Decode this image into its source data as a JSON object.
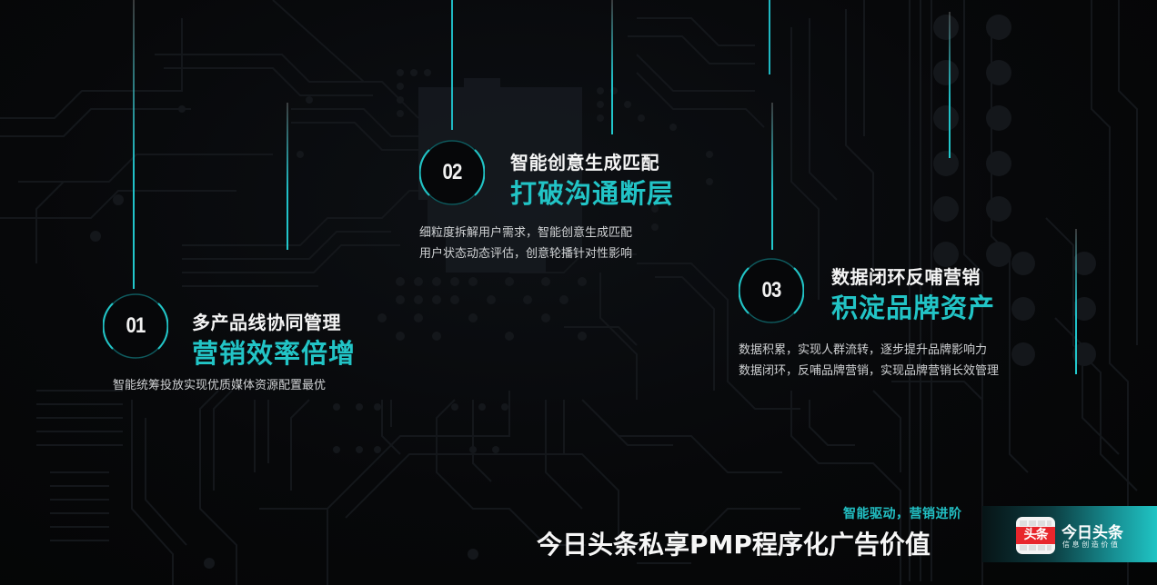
{
  "colors": {
    "background": "#060708",
    "accent_teal": "#22c4c6",
    "text_white": "#f4f4f4",
    "circuit_trace": "#15181c",
    "logo_red": "#e8262c"
  },
  "items": [
    {
      "number": "01",
      "title": "多产品线协同管理",
      "subtitle": "营销效率倍增",
      "description": [
        "智能统筹投放实现优质媒体资源配置最优"
      ]
    },
    {
      "number": "02",
      "title": "智能创意生成匹配",
      "subtitle": "打破沟通断层",
      "description": [
        "细粒度拆解用户需求，智能创意生成匹配",
        "用户状态动态评估，创意轮播针对性影响"
      ]
    },
    {
      "number": "03",
      "title": "数据闭环反哺营销",
      "subtitle": "积淀品牌资产",
      "description": [
        "数据积累，实现人群流转，逐步提升品牌影响力",
        "数据闭环，反哺品牌营销，实现品牌营销长效管理"
      ]
    }
  ],
  "footer": {
    "tagline": "智能驱动，营销进阶",
    "headline": "今日头条私享PMP程序化广告价值"
  },
  "logo": {
    "icon_text": "头条",
    "name": "今日头条",
    "slogan": "信息创造价值",
    "icon": "toutiao-logo-icon"
  }
}
